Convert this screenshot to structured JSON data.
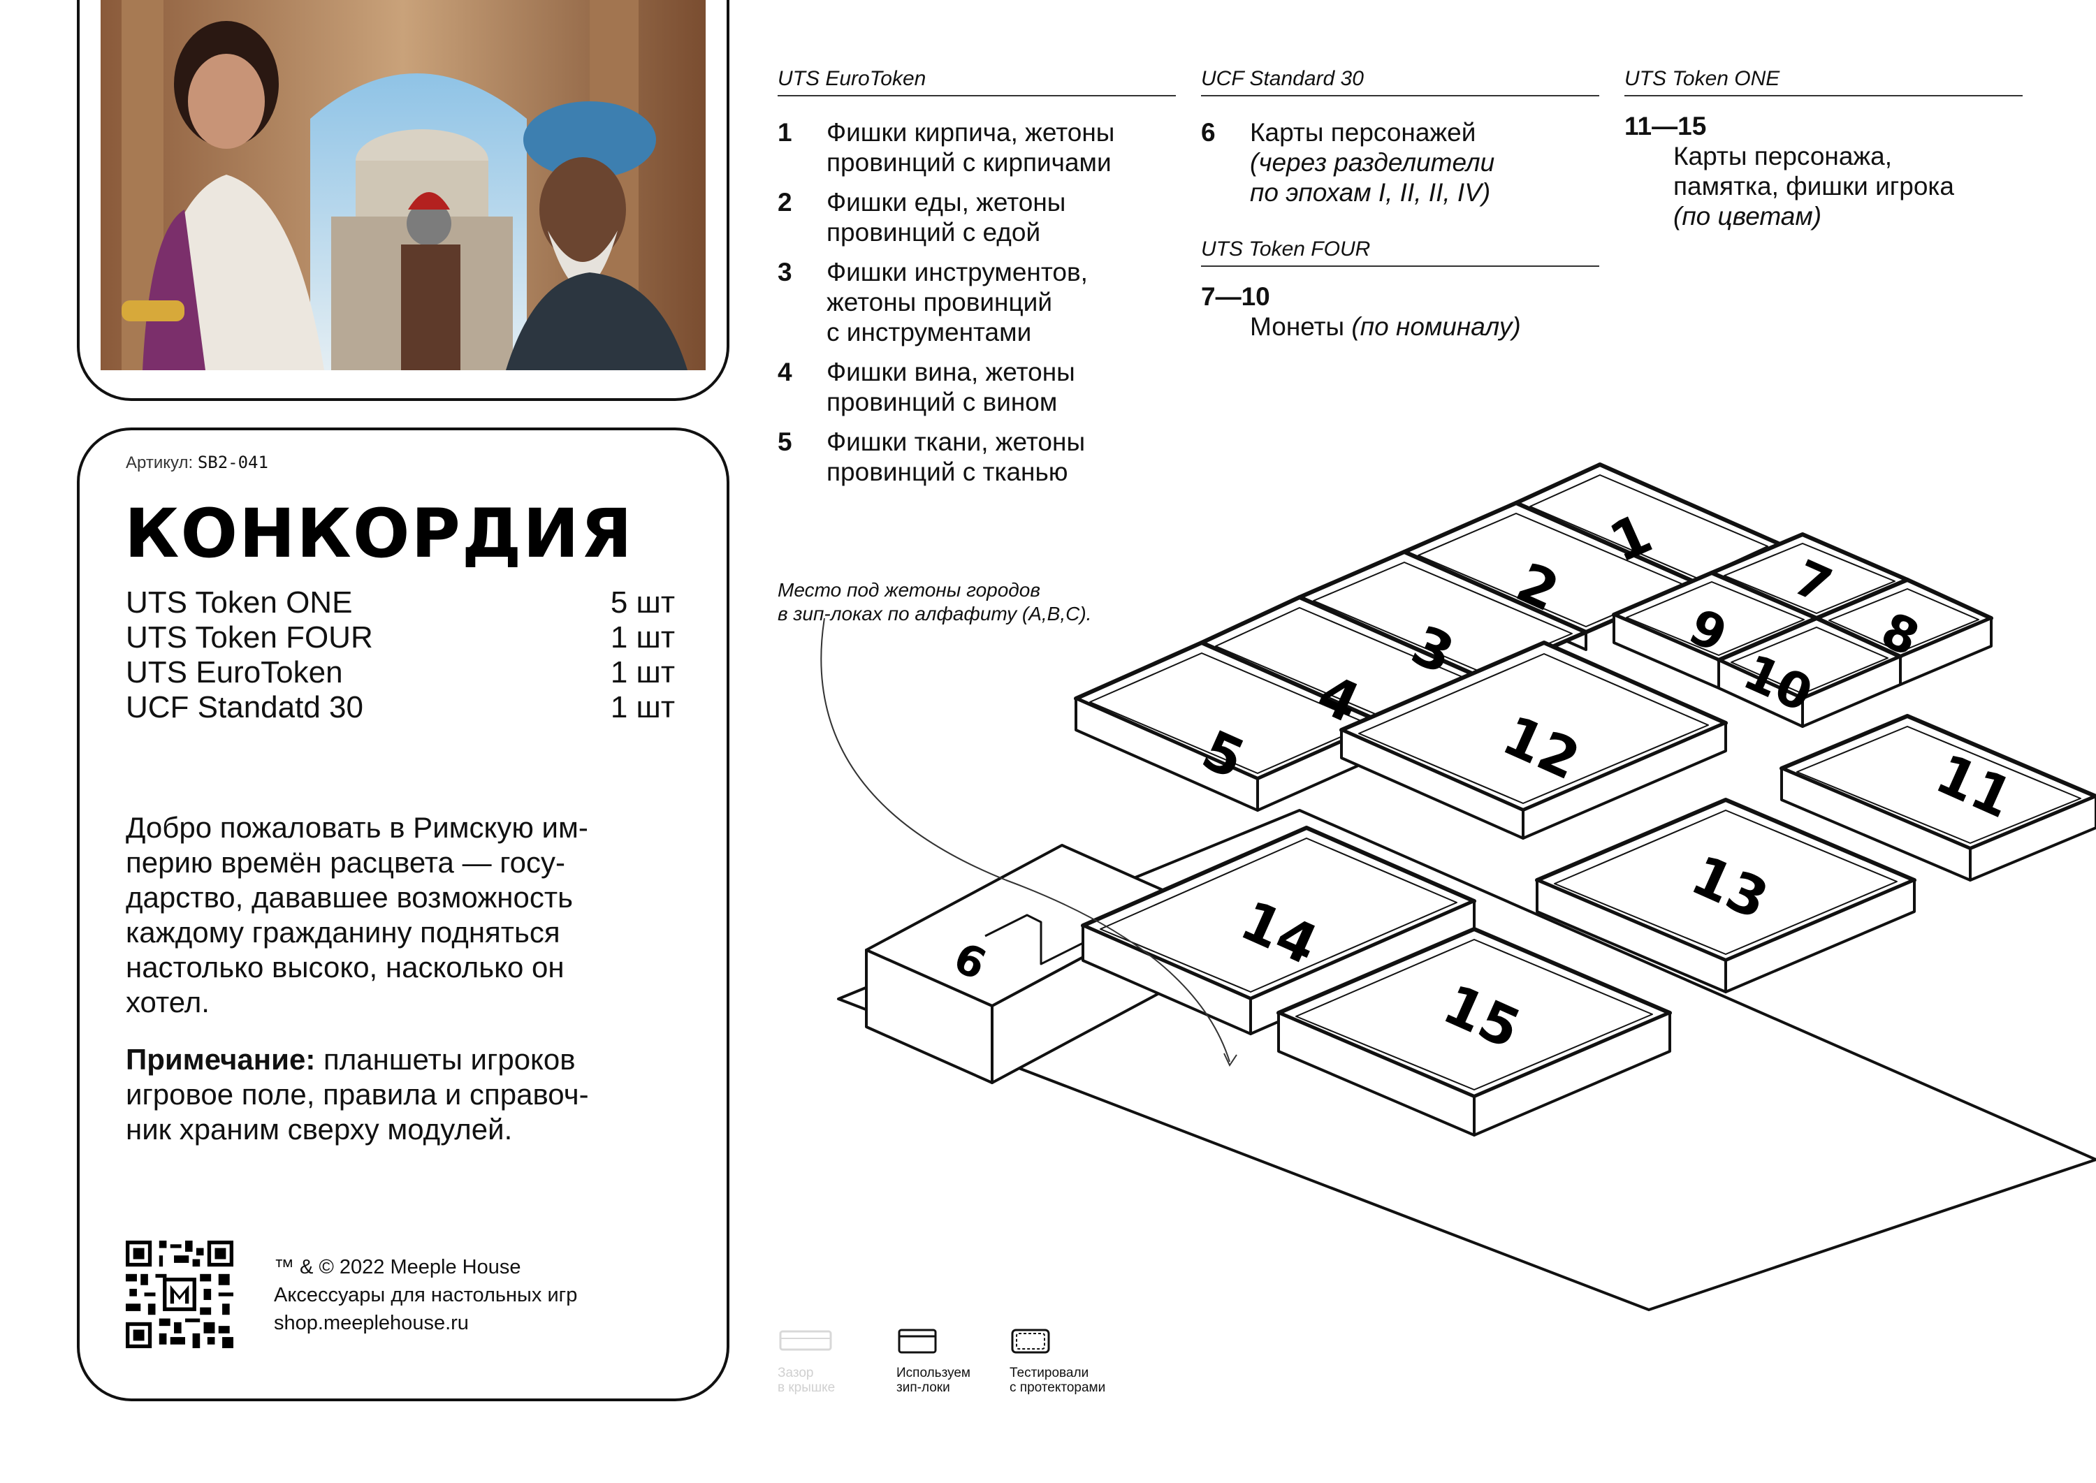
{
  "info": {
    "article_label": "Артикул:",
    "article_code": "SB2-041",
    "title": "КОНКОРДИЯ",
    "items": [
      {
        "name": "UTS Token ONE",
        "qty": "5 шт"
      },
      {
        "name": "UTS Token FOUR",
        "qty": "1 шт"
      },
      {
        "name": "UTS EuroToken",
        "qty": "1 шт"
      },
      {
        "name": "UCF Standatd 30",
        "qty": "1 шт"
      }
    ],
    "welcome_lines": [
      "Добро пожаловать в Римскую им-",
      "перию времён расцвета — госу-",
      "дарство, дававшее возможность",
      "каждому гражданину подняться",
      "настолько высоко, насколько он",
      "хотел."
    ],
    "note_label": "Примечание:",
    "note_lines": [
      " планшеты игроков",
      "игровое поле, правила и справоч-",
      "ник храним сверху модулей."
    ],
    "footer": [
      "™ & © 2022 Meeple House",
      "Аксессуары для настольных игр",
      "shop.meeplehouse.ru"
    ]
  },
  "columns": {
    "eurotoken": {
      "title": "UTS EuroToken",
      "entries": [
        {
          "num": "1",
          "lines": [
            "Фишки кирпича, жетоны",
            "провинций с кирпичами"
          ]
        },
        {
          "num": "2",
          "lines": [
            "Фишки еды, жетоны",
            "провинций с едой"
          ]
        },
        {
          "num": "3",
          "lines": [
            "Фишки инструментов,",
            "жетоны провинций",
            "с инструментами"
          ]
        },
        {
          "num": "4",
          "lines": [
            "Фишки вина, жетоны",
            "провинций с вином"
          ]
        },
        {
          "num": "5",
          "lines": [
            "Фишки ткани, жетоны",
            "провинций с тканью"
          ]
        }
      ]
    },
    "standard30": {
      "title": "UCF Standard 30",
      "num": "6",
      "line1": "Карты персонажей",
      "line2": "(через разделители",
      "line3": "по эпохам I, II, II, IV)"
    },
    "tokenfour": {
      "title": "UTS Token FOUR",
      "range": "7—10",
      "text": "Монеты ",
      "text_em": "(по номиналу)"
    },
    "tokenone": {
      "title": "UTS Token ONE",
      "range": "11—15",
      "line1": "Карты персонажа,",
      "line2": "памятка, фишки игрока",
      "line3": "(по цветам)"
    }
  },
  "diagram": {
    "caption_lines": [
      "Место под жетоны городов",
      "в зип-локах  по алфафиту (A,B,C)."
    ],
    "labels": [
      "1",
      "2",
      "3",
      "4",
      "5",
      "6",
      "7",
      "8",
      "9",
      "10",
      "11",
      "12",
      "13",
      "14",
      "15"
    ]
  },
  "legend": [
    {
      "icon": "lid-magnet-icon",
      "lines": [
        "Зазор",
        "в крышке"
      ],
      "faded": true
    },
    {
      "icon": "zip-bag-icon",
      "lines": [
        "Используем",
        "зип-локи"
      ],
      "faded": false
    },
    {
      "icon": "sleeve-icon",
      "lines": [
        "Тестировали",
        "с протекторами"
      ],
      "faded": false
    }
  ]
}
